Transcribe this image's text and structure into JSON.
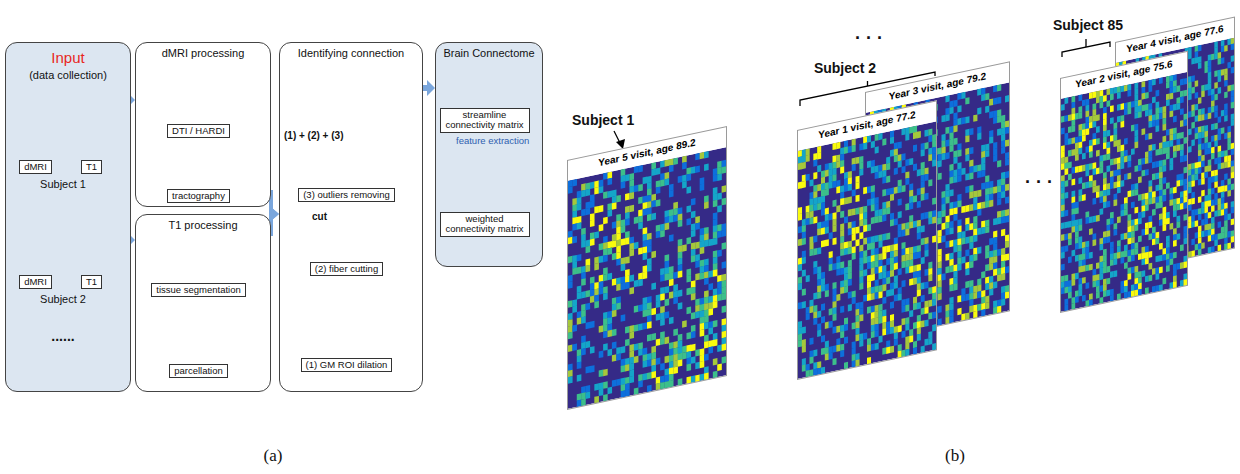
{
  "diagram": {
    "nodes": [
      {
        "text": [
          "Input",
          "(data collection)"
        ]
      },
      {
        "text": [
          "dMRI"
        ],
        "in": 0
      },
      {
        "text": [
          "T1"
        ],
        "in": 0
      },
      {
        "text": [
          "dMRI"
        ],
        "in": 0
      },
      {
        "text": [
          "T1"
        ],
        "in": 0
      },
      {
        "text": [
          "dMRI processing"
        ]
      },
      {
        "text": [
          "DTI / HARDI"
        ],
        "in": 5
      },
      {
        "text": [
          "tractography"
        ],
        "in": 5
      },
      {
        "text": [
          "T1 processing"
        ]
      },
      {
        "text": [
          "tissue segmentation"
        ],
        "in": 8
      },
      {
        "text": [
          "parcellation"
        ],
        "in": 8
      },
      {
        "text": [
          "Identifying connection"
        ]
      },
      {
        "text": [
          "(3) outliers removing"
        ],
        "in": 11
      },
      {
        "text": [
          "(2) fiber cutting"
        ],
        "in": 11
      },
      {
        "text": [
          "(1) GM ROI dilation"
        ],
        "in": 11
      },
      {
        "text": [
          "Brain Connectome"
        ]
      },
      {
        "text": [
          "streamline connectivity matrix"
        ],
        "in": 15
      },
      {
        "text": [
          "weighted connectivity matrix"
        ],
        "in": 15
      },
      {
        "text": [
          "Year 5 visit, age 89.2"
        ]
      },
      {
        "text": [
          "Year 1 visit, age 77.2"
        ]
      },
      {
        "text": [
          "Year 3 visit, age 79.2"
        ]
      },
      {
        "text": [
          "Year 2 visit, age 75.6"
        ]
      },
      {
        "text": [
          "Year 4 visit, age 77.6"
        ]
      }
    ],
    "edges": [
      {
        "from": 0,
        "to": 5,
        "arrow": "to"
      },
      {
        "from": 0,
        "to": 8,
        "arrow": "to"
      },
      {
        "from": 5,
        "to": 11,
        "arrow": "to"
      },
      {
        "from": 8,
        "to": 11,
        "arrow": "to"
      },
      {
        "from": 11,
        "to": 15,
        "arrow": "to"
      },
      {
        "from": 16,
        "to": 17,
        "label": "feature extraction",
        "arrow": "to"
      }
    ],
    "labels": [
      "Subject 1",
      "Subject 2",
      "......",
      "(1) + (2) + (3)",
      "cut",
      "(a)",
      "Subject 1",
      "Subject 2",
      "Subject 85",
      "· · ·",
      "· · ·",
      "(b)"
    ]
  }
}
